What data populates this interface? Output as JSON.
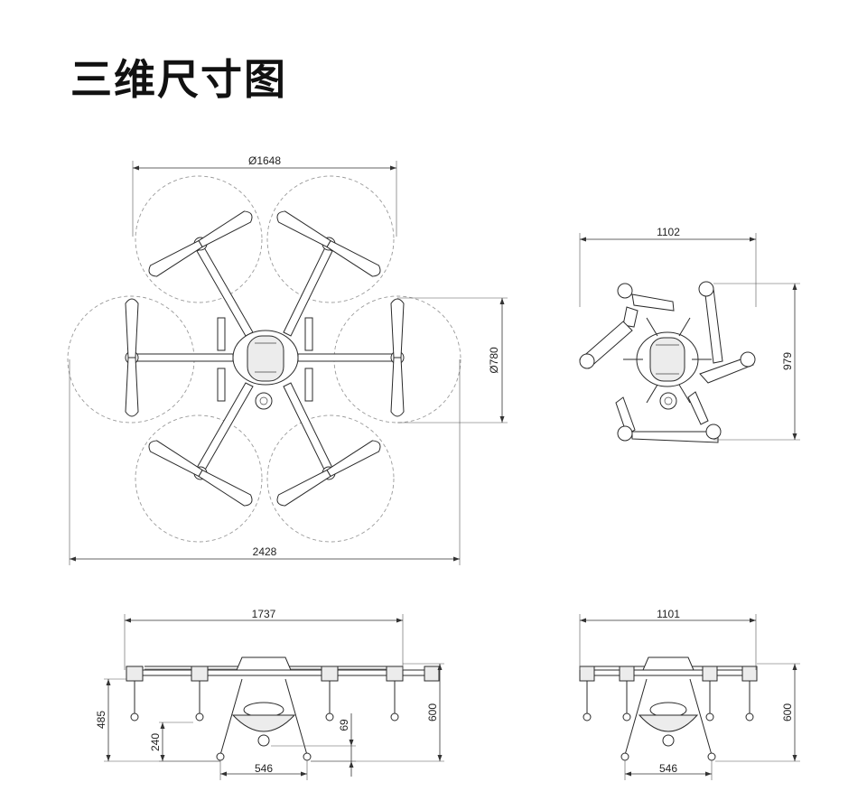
{
  "title": "三维尺寸图",
  "views": {
    "top_unfolded": {
      "rotor_diameter": "Ø1648",
      "center_diameter": "Ø780",
      "overall_width": "2428"
    },
    "top_folded": {
      "width": "1102",
      "height": "979"
    },
    "front": {
      "width": "1737",
      "height": "600",
      "arm_height": "485",
      "leg_height": "240",
      "gap": "69",
      "skid_width": "546"
    },
    "side": {
      "width": "1101",
      "height": "600",
      "skid_width": "546"
    }
  },
  "colors": {
    "line": "#2a2a2a",
    "dashed_circle": "#9a9a9a",
    "dimension": "#333333"
  }
}
